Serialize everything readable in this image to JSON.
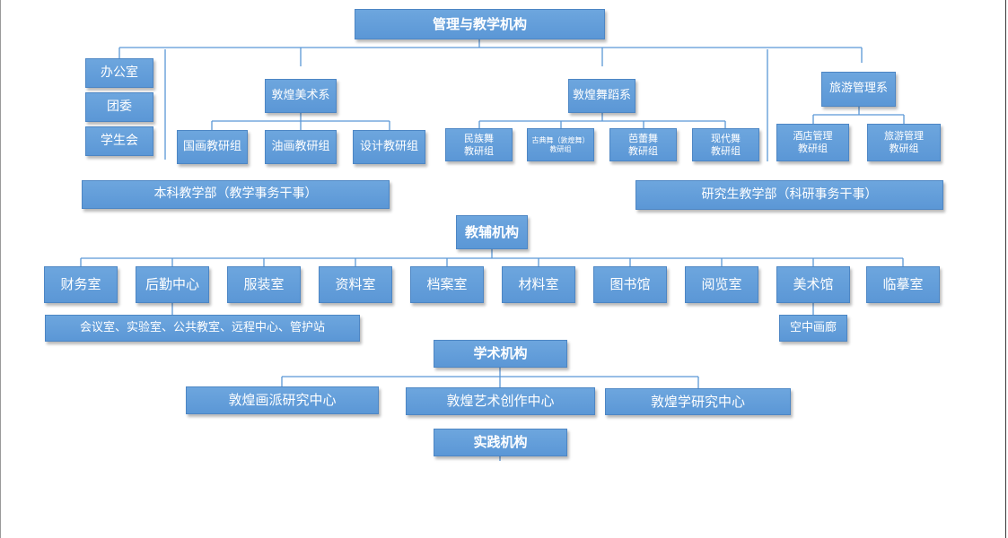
{
  "top": "管理与教学机构",
  "left_offices": [
    "办公室",
    "团委",
    "学生会"
  ],
  "dept_art": {
    "name": "敦煌美术系",
    "groups": [
      "国画教研组",
      "油画教研组",
      "设计教研组"
    ]
  },
  "dept_dance": {
    "name": "敦煌舞蹈系",
    "groups": [
      {
        "l1": "民族舞",
        "l2": "教研组"
      },
      {
        "l1": "古典舞（敦煌舞）",
        "l2": "教研组"
      },
      {
        "l1": "芭蕾舞",
        "l2": "教研组"
      },
      {
        "l1": "现代舞",
        "l2": "教研组"
      }
    ]
  },
  "dept_tourism": {
    "name": "旅游管理系",
    "groups": [
      {
        "l1": "酒店管理",
        "l2": "教研组"
      },
      {
        "l1": "旅游管理",
        "l2": "教研组"
      }
    ]
  },
  "undergrad": "本科教学部（教学事务干事）",
  "postgrad": "研究生教学部（科研事务干事）",
  "support": {
    "title": "教辅机构",
    "units": [
      "财务室",
      "后勤中心",
      "服装室",
      "资料室",
      "档案室",
      "材料室",
      "图书馆",
      "阅览室",
      "美术馆",
      "临摹室"
    ],
    "logistics_sub": "会议室、实验室、公共教室、远程中心、管护站",
    "museum_sub": "空中画廊"
  },
  "academic": {
    "title": "学术机构",
    "centers": [
      "敦煌画派研究中心",
      "敦煌艺术创作中心",
      "敦煌学研究中心"
    ]
  },
  "practice": "实践机构",
  "colors": {
    "box": "#5b97d6",
    "line": "#5b97d6",
    "text": "#ffffff"
  }
}
